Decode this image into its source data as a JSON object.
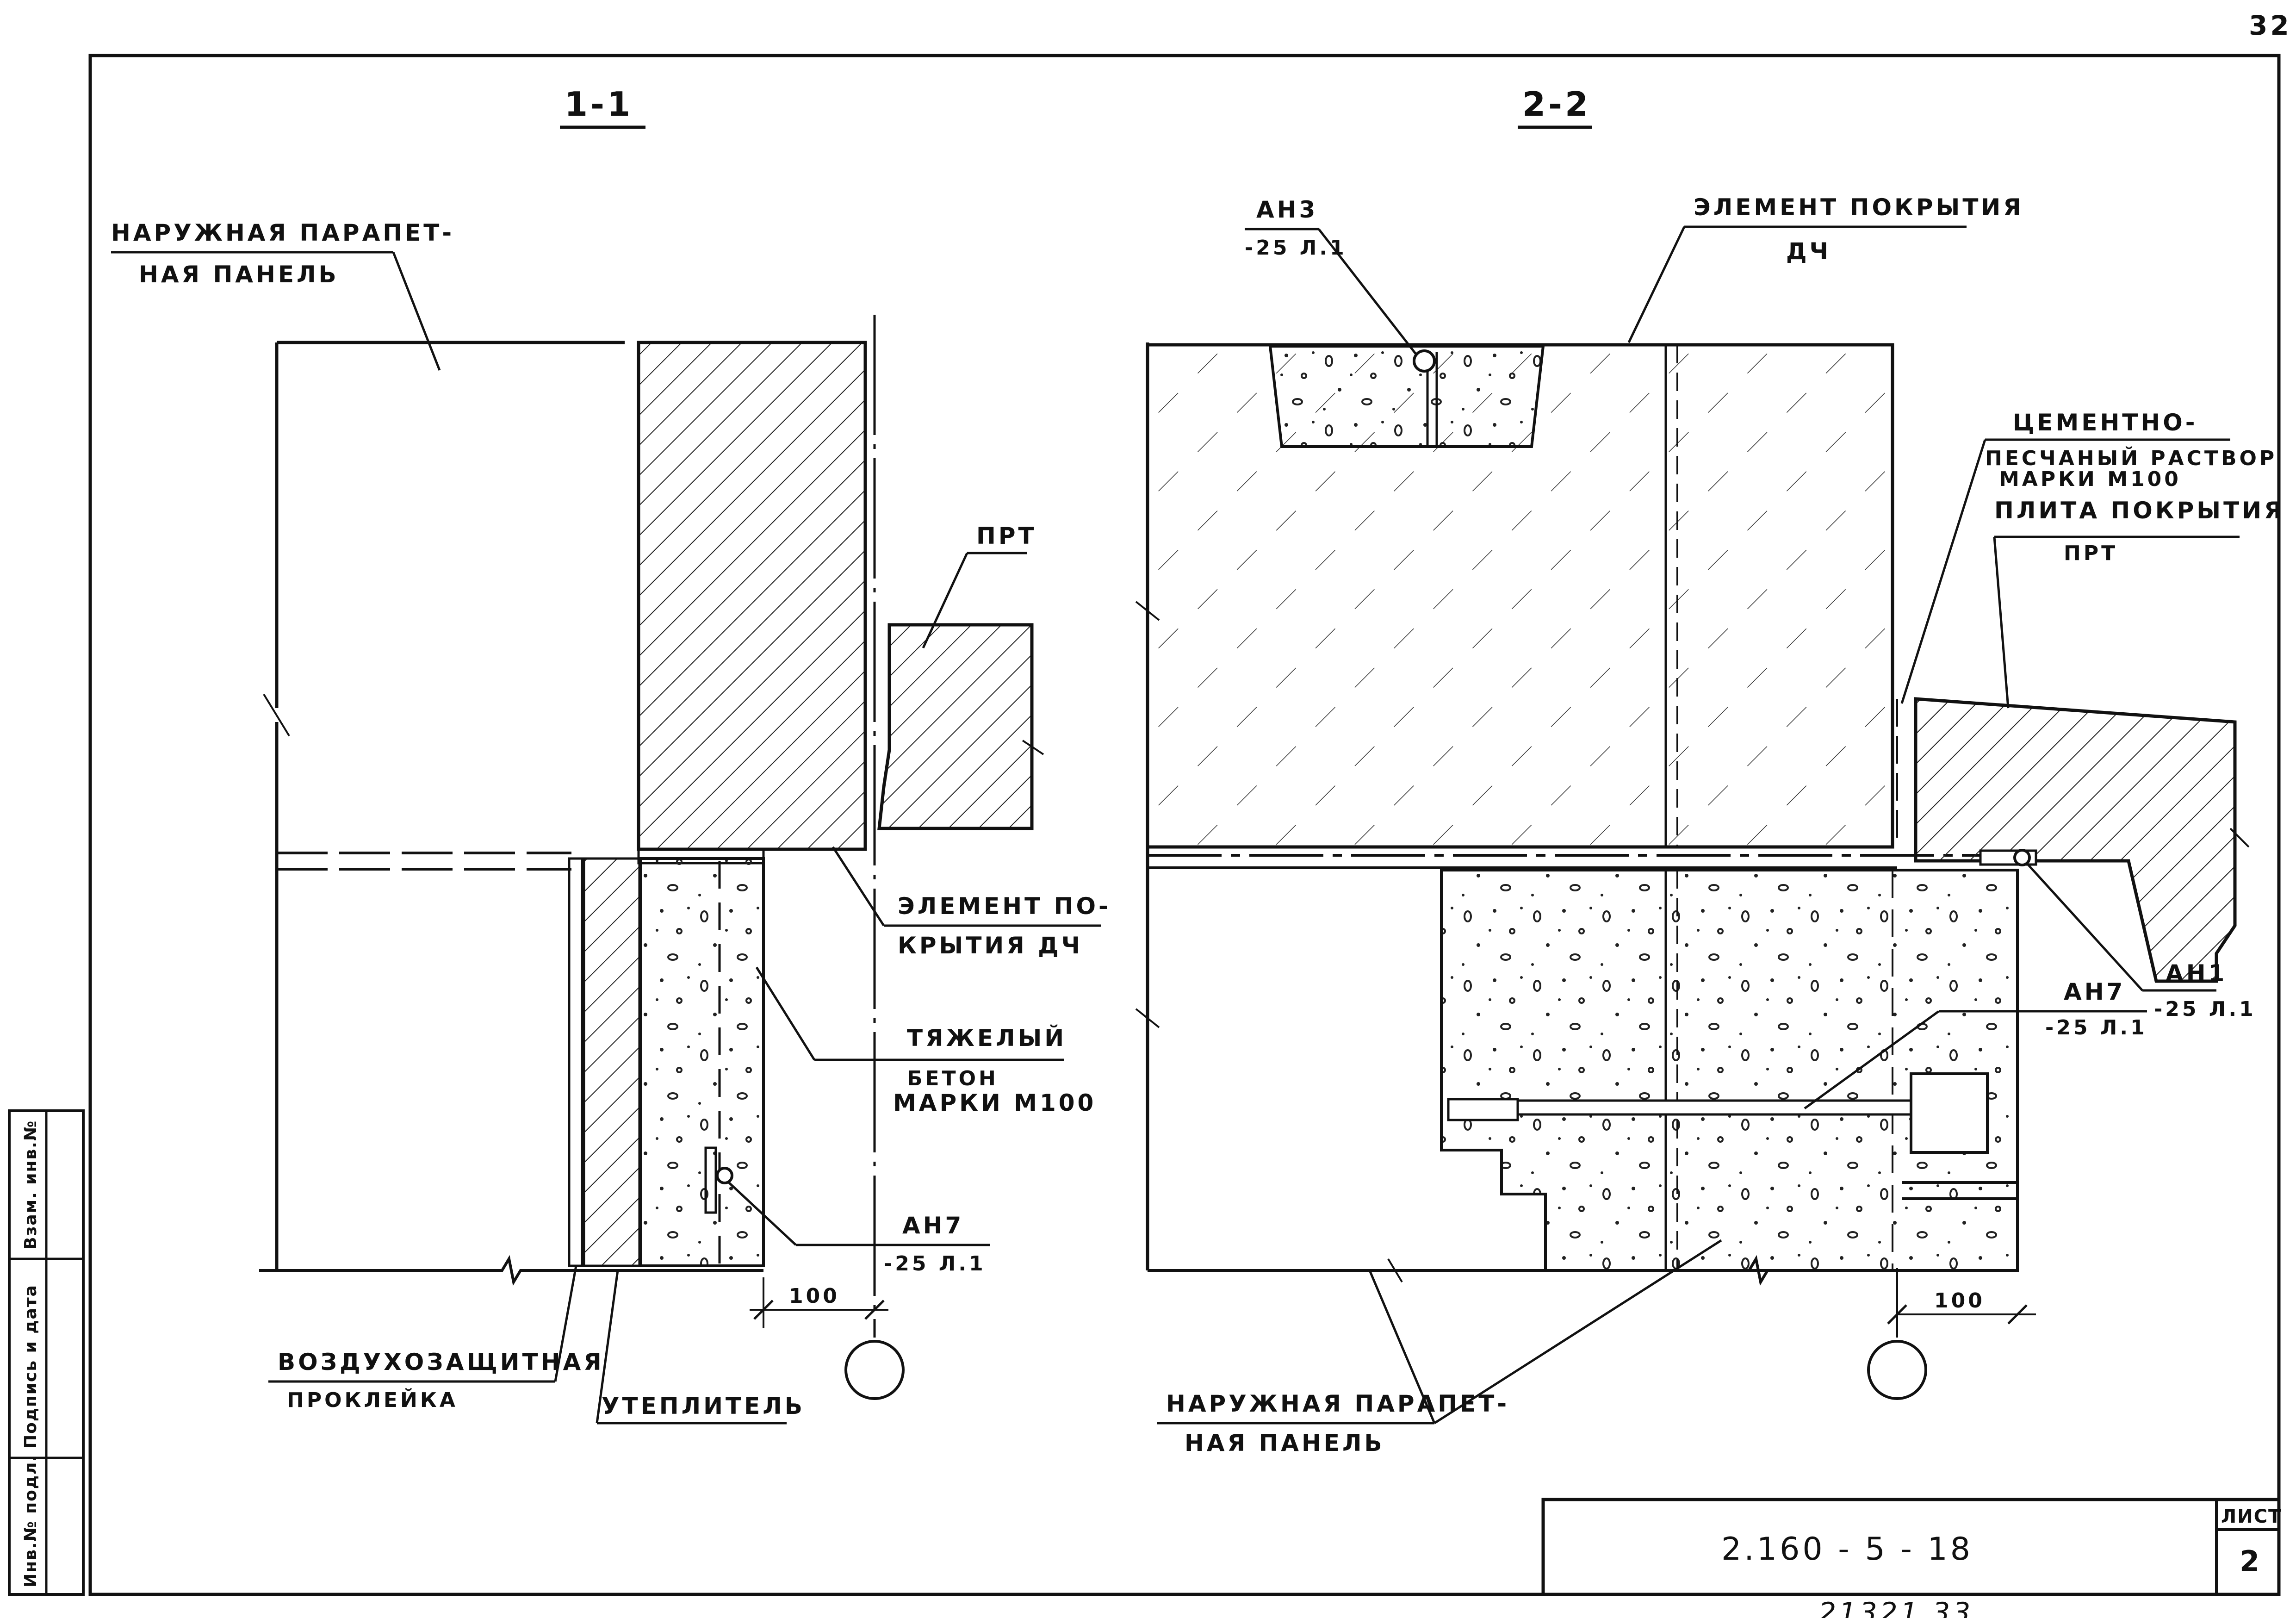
{
  "page_number": "32",
  "sections": {
    "s1": {
      "title": "1-1"
    },
    "s2": {
      "title": "2-2"
    }
  },
  "labels": {
    "outer_panel_1a": "НАРУЖНАЯ ПАРАПЕТ-",
    "outer_panel_1b": "НАЯ ПАНЕЛЬ",
    "prt_1": "ПРТ",
    "element_pokr_1a": "ЭЛЕМЕНТ ПО-",
    "element_pokr_1b": "КРЫТИЯ ДЧ",
    "heavy_concrete_a": "ТЯЖЕЛЫЙ",
    "heavy_concrete_b": "БЕТОН",
    "heavy_concrete_c": "МАРКИ М100",
    "an7_1a": "АН7",
    "an7_1b": "-25 Л.1",
    "dim_1": "100",
    "air_seal_a": "ВОЗДУХОЗАЩИТНАЯ",
    "air_seal_b": "ПРОКЛЕЙКА",
    "insulation": "УТЕПЛИТЕЛЬ",
    "an3_a": "АН3",
    "an3_b": "-25 Л.1",
    "element_pokr_2a": "ЭЛЕМЕНТ ПОКРЫТИЯ",
    "element_pokr_2b": "ДЧ",
    "mortar_a": "ЦЕМЕНТНО-",
    "mortar_b": "ПЕСЧАНЫЙ РАСТВОР",
    "mortar_c": "МАРКИ М100",
    "slab_a": "ПЛИТА ПОКРЫТИЯ",
    "slab_b": "ПРТ",
    "an1_a": "АН1",
    "an1_b": "-25 Л.1",
    "an7_2a": "АН7",
    "an7_2b": "-25 Л.1",
    "dim_2": "100",
    "outer_panel_2a": "НАРУЖНАЯ ПАРАПЕТ-",
    "outer_panel_2b": "НАЯ ПАНЕЛЬ"
  },
  "title_block": {
    "doc_code": "2.160 - 5 - 18",
    "sheet_label": "ЛИСТ",
    "sheet_number": "2"
  },
  "side_stamp": {
    "inv": "Инв.№ подл.",
    "sign": "Подпись и дата",
    "replace": "Взам. инв.№"
  },
  "footer_number": "21321 33"
}
